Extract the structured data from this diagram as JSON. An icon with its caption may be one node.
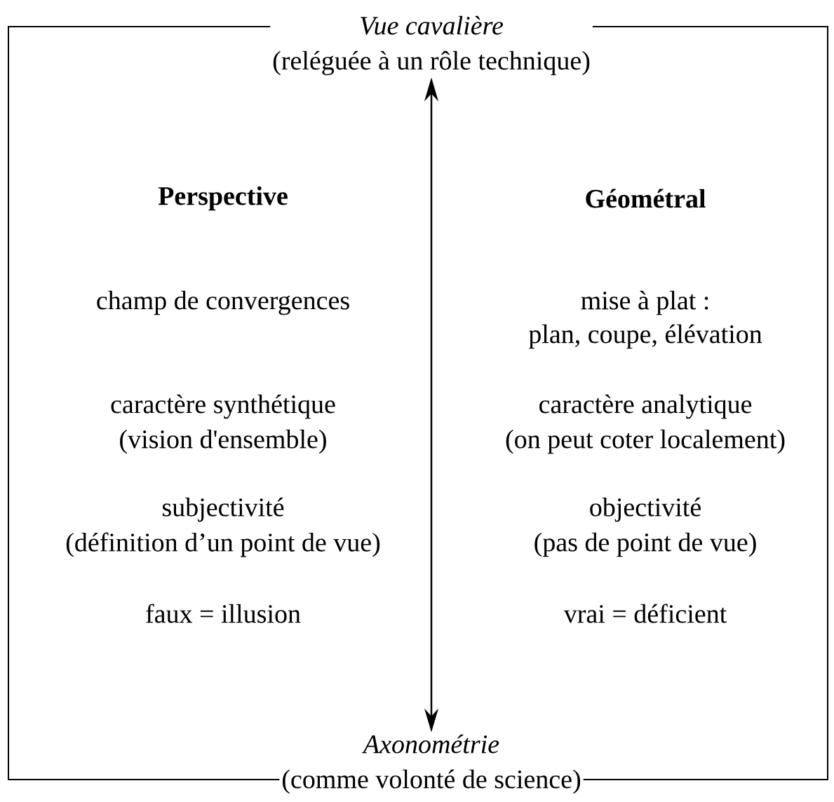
{
  "diagram": {
    "nodes": [
      {
        "text": [
          "Vue cavalière",
          "(reléguée à un rôle technique)"
        ]
      },
      {
        "text": [
          "Axonométrie",
          "(comme volonté de science)"
        ]
      }
    ],
    "edges": [
      {
        "from": 0,
        "to": 1,
        "arrow": "both"
      }
    ],
    "labels": [
      "Perspective",
      "Géométral",
      "champ de convergences",
      "mise à plat :",
      "plan, coupe, élévation",
      "caractère synthétique",
      "caractère analytique",
      "(vision d'ensemble)",
      "(on peut coter localement)",
      "subjectivité",
      "objectivité",
      "(définition d’un point de vue)",
      "(pas de point de vue)",
      "faux = illusion",
      "vrai = déficient"
    ]
  }
}
